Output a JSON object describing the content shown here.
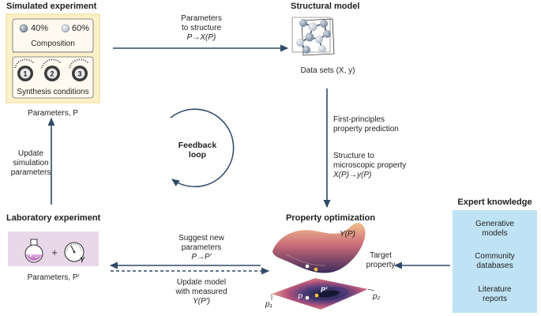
{
  "sim": {
    "title": "Simulated experiment",
    "pct1": "40%",
    "pct2": "60%",
    "composition": "Composition",
    "knob1": "1",
    "knob2": "2",
    "knob3": "3",
    "synthesis": "Synthesis conditions",
    "params": "Parameters, P"
  },
  "update_sim": {
    "l1": "Update",
    "l2": "simulation",
    "l3": "parameters"
  },
  "param_struct": {
    "l1": "Parameters",
    "l2": "to structure",
    "l3": "P→X(P)"
  },
  "struct": {
    "title": "Structural model",
    "datasets": "Data sets (X, y)"
  },
  "feedback": {
    "l1": "Feedback",
    "l2": "loop"
  },
  "fp": {
    "l1": "First-principles",
    "l2": "property prediction"
  },
  "s2m": {
    "l1": "Structure to",
    "l2": "microscopic property",
    "l3": "X(P)→y(P)"
  },
  "lab": {
    "title": "Laboratory experiment",
    "plus": "+",
    "gauge": "Y",
    "params": "Parameters, P′"
  },
  "suggest": {
    "l1": "Suggest new",
    "l2": "parameters",
    "l3": "P→P′"
  },
  "update_model": {
    "l1": "Update model",
    "l2": "with measured",
    "l3": "Y(P′)"
  },
  "opt": {
    "title": "Property optimization",
    "yp": "Y(P)",
    "target1": "Target",
    "target2": "property",
    "p": "P",
    "pprime": "P′",
    "p1": "p₁",
    "p2": "p₂"
  },
  "expert": {
    "title": "Expert knowledge",
    "items": [
      {
        "l1": "Generative",
        "l2": "models"
      },
      {
        "l1": "Community",
        "l2": "databases"
      },
      {
        "l1": "Literature",
        "l2": "reports"
      }
    ]
  },
  "colors": {
    "sim_box": "#fdf1c9",
    "sim_border": "#f2d98b",
    "lab_box": "#e9d7ea",
    "expert_box": "#bfe3f4",
    "arrow": "#2f4a66"
  }
}
